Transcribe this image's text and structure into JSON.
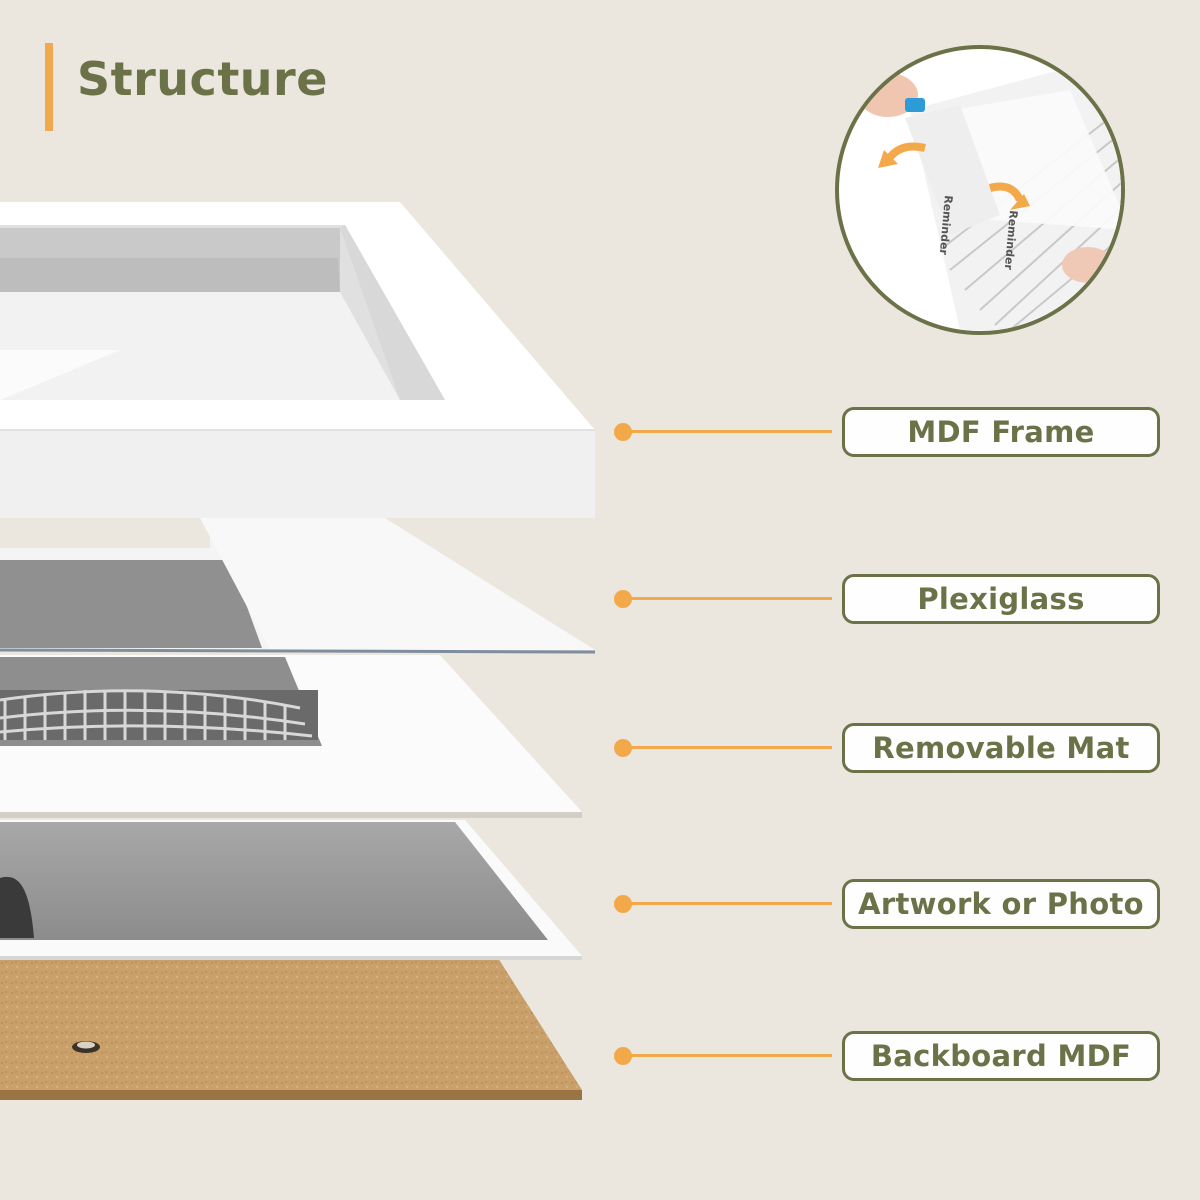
{
  "title": "Structure",
  "layers": [
    {
      "label": "MDF Frame"
    },
    {
      "label": "Plexiglass"
    },
    {
      "label": "Removable Mat"
    },
    {
      "label": "Artwork or Photo"
    },
    {
      "label": "Backboard MDF"
    }
  ],
  "inset": {
    "film_text": [
      "Reminder",
      "Reminder"
    ]
  },
  "colors": {
    "background": "#ebe6de",
    "accent_orange": "#f3a94a",
    "olive": "#6b7248",
    "cork": "#c9a069"
  }
}
